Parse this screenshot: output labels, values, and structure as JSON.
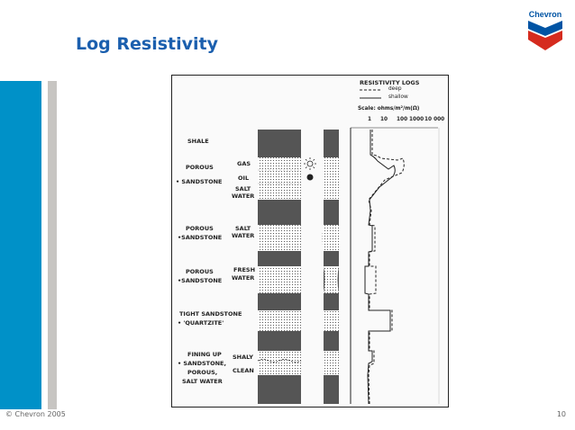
{
  "slide": {
    "title": "Log Resistivity",
    "copyright": "© Chevron 2005",
    "page_number": "10",
    "logo_text": "Chevron",
    "colors": {
      "title": "#1b5fae",
      "bar_blue": "#0091c8",
      "bar_gray": "#c7c5c2",
      "logo_blue": "#0054a4",
      "logo_red": "#d52b1e"
    }
  },
  "figure": {
    "legend": {
      "title": "RESISTIVITY LOGS",
      "deep": "deep",
      "shallow": "shallow",
      "scale_label": "Scale: ohms/m²/m(Ω)",
      "scale_ticks": [
        "1",
        "10",
        "100",
        "1000",
        "10 000"
      ]
    },
    "left_labels": {
      "shale": "SHALE",
      "porous_1": "POROUS",
      "sandstone_1": "• SANDSTONE",
      "porous_2": "POROUS",
      "sandstone_2": "•SANDSTONE",
      "porous_3": "POROUS",
      "sandstone_3": "•SANDSTONE",
      "tight_sandstone": "TIGHT SANDSTONE",
      "quartzite": "• 'QUARTZITE'",
      "fining_up": "FINING UP",
      "sandstone_4": "• SANDSTONE,",
      "porous_4": "POROUS,",
      "salt_water_4": "SALT WATER"
    },
    "fluid_labels": {
      "gas": "GAS",
      "oil": "OIL",
      "salt": "SALT",
      "water": "WATER",
      "salt_2": "SALT",
      "water_2": "WATER",
      "fresh": "FRESH",
      "water_3": "WATER",
      "shaly": "SHALY",
      "clean": "CLEAN"
    }
  }
}
